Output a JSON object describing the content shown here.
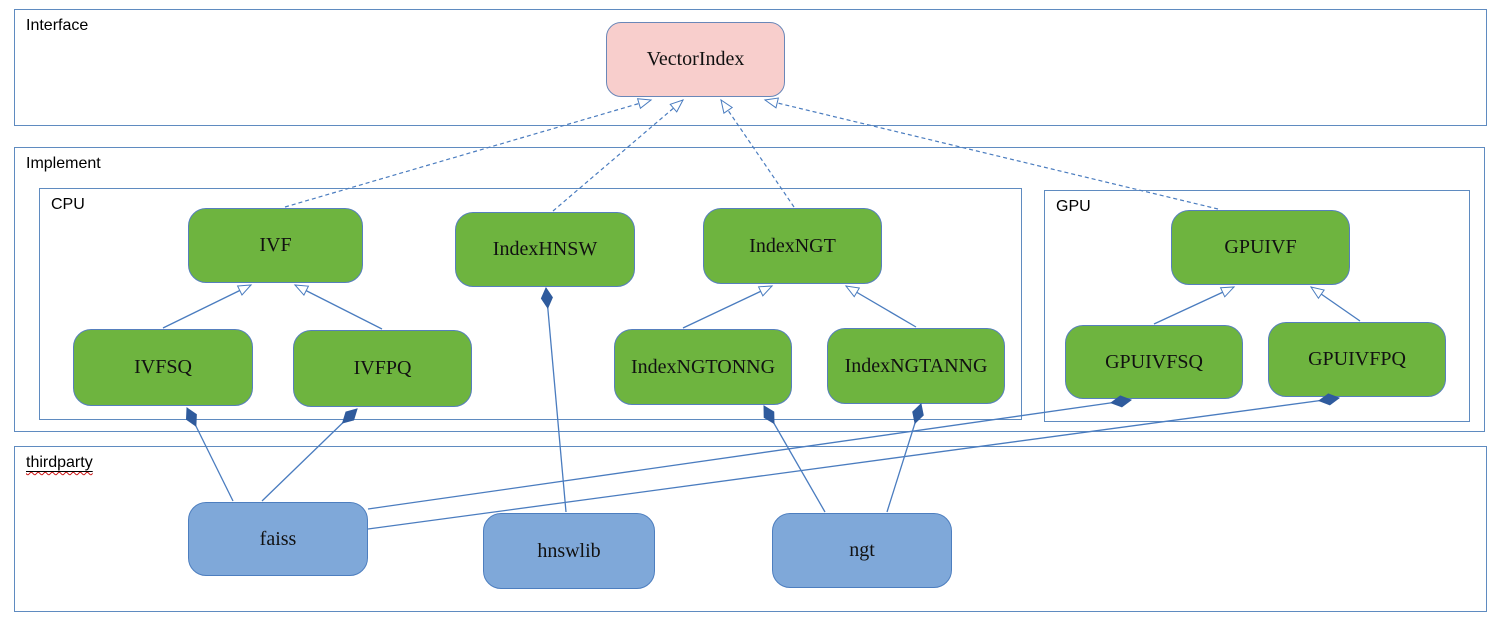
{
  "diagram": {
    "groups": {
      "interface": {
        "label": "Interface"
      },
      "implement": {
        "label": "Implement"
      },
      "cpu": {
        "label": "CPU"
      },
      "gpu": {
        "label": "GPU"
      },
      "thirdparty": {
        "label": "thirdparty"
      }
    },
    "nodes": {
      "vectorindex": {
        "label": "VectorIndex",
        "kind": "interface"
      },
      "ivf": {
        "label": "IVF",
        "kind": "class"
      },
      "indexhnsw": {
        "label": "IndexHNSW",
        "kind": "class"
      },
      "indexngt": {
        "label": "IndexNGT",
        "kind": "class"
      },
      "gpuivf": {
        "label": "GPUIVF",
        "kind": "class"
      },
      "ivfsq": {
        "label": "IVFSQ",
        "kind": "class"
      },
      "ivfpq": {
        "label": "IVFPQ",
        "kind": "class"
      },
      "indexngtonng": {
        "label": "IndexNGTONNG",
        "kind": "class"
      },
      "indexngtanng": {
        "label": "IndexNGTANNG",
        "kind": "class"
      },
      "gpuivfsq": {
        "label": "GPUIVFSQ",
        "kind": "class"
      },
      "gpuivfpq": {
        "label": "GPUIVFPQ",
        "kind": "class"
      },
      "faiss": {
        "label": "faiss",
        "kind": "thirdparty-lib"
      },
      "hnswlib": {
        "label": "hnswlib",
        "kind": "thirdparty-lib"
      },
      "ngt": {
        "label": "ngt",
        "kind": "thirdparty-lib"
      }
    },
    "edges": [
      {
        "from": "IVF",
        "to": "VectorIndex",
        "relation": "realization"
      },
      {
        "from": "IndexHNSW",
        "to": "VectorIndex",
        "relation": "realization"
      },
      {
        "from": "IndexNGT",
        "to": "VectorIndex",
        "relation": "realization"
      },
      {
        "from": "GPUIVF",
        "to": "VectorIndex",
        "relation": "realization"
      },
      {
        "from": "IVFSQ",
        "to": "IVF",
        "relation": "generalization"
      },
      {
        "from": "IVFPQ",
        "to": "IVF",
        "relation": "generalization"
      },
      {
        "from": "IndexNGTONNG",
        "to": "IndexNGT",
        "relation": "generalization"
      },
      {
        "from": "IndexNGTANNG",
        "to": "IndexNGT",
        "relation": "generalization"
      },
      {
        "from": "GPUIVFSQ",
        "to": "GPUIVF",
        "relation": "generalization"
      },
      {
        "from": "GPUIVFPQ",
        "to": "GPUIVF",
        "relation": "generalization"
      },
      {
        "from": "faiss",
        "to": "IVFSQ",
        "relation": "composition"
      },
      {
        "from": "faiss",
        "to": "IVFPQ",
        "relation": "composition"
      },
      {
        "from": "faiss",
        "to": "GPUIVFSQ",
        "relation": "composition"
      },
      {
        "from": "faiss",
        "to": "GPUIVFPQ",
        "relation": "composition"
      },
      {
        "from": "hnswlib",
        "to": "IndexHNSW",
        "relation": "composition"
      },
      {
        "from": "ngt",
        "to": "IndexNGTONNG",
        "relation": "composition"
      },
      {
        "from": "ngt",
        "to": "IndexNGTANNG",
        "relation": "composition"
      }
    ],
    "colors": {
      "interface_fill": "#f8cecc",
      "class_fill": "#6eb43f",
      "thirdparty_fill": "#7fa8d9",
      "connector": "#4a7cbf",
      "container_border": "#5f8bc0",
      "spellcheck_underline": "#cc1111"
    }
  }
}
